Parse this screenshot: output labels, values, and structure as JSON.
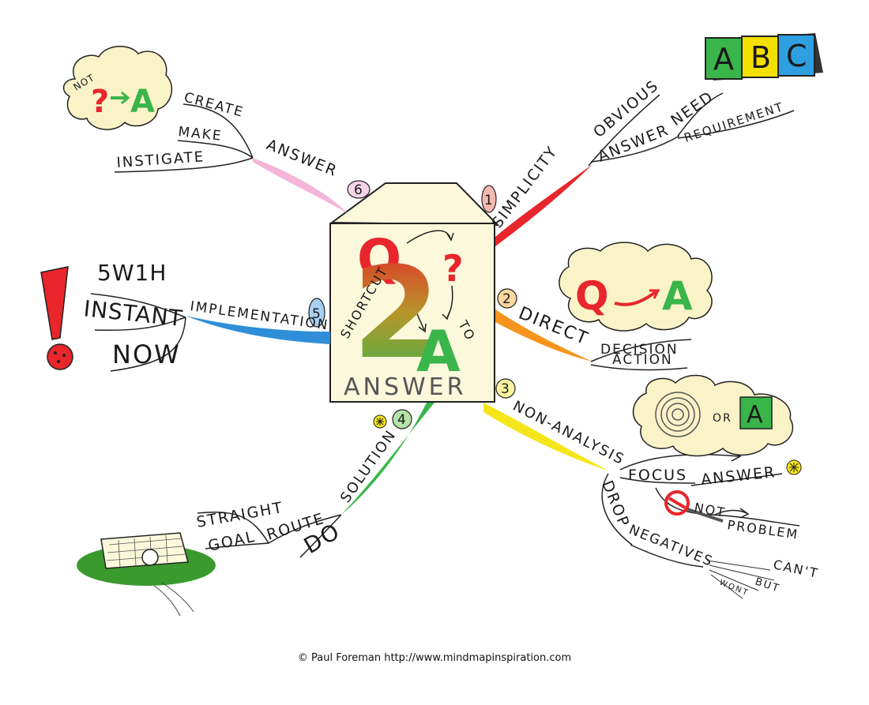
{
  "center": {
    "q": "Q",
    "two": "2",
    "a": "A",
    "shortcut": "SHORTCUT",
    "to": "TO",
    "answer": "ANSWER",
    "question_mark": "?"
  },
  "branches": [
    {
      "number": "1",
      "label": "SIMPLICITY",
      "color": "#e8262b",
      "words": {
        "obvious": "OBVIOUS",
        "answer": "ANSWER",
        "need": "NEED",
        "requirement": "REQUIREMENT"
      },
      "image": {
        "letters": [
          "A",
          "B",
          "C"
        ],
        "colors": [
          "#3ab54a",
          "#f4e000",
          "#2e9fe0"
        ]
      }
    },
    {
      "number": "2",
      "label": "DIRECT",
      "color": "#f7941d",
      "words": {
        "decision": "DECISION",
        "action": "ACTION"
      },
      "image": {
        "q": "Q",
        "a": "A"
      }
    },
    {
      "number": "3",
      "label": "NON-ANALYSIS",
      "color": "#f4e61b",
      "words": {
        "focus": "FOCUS",
        "answer": "ANSWER",
        "not": "NOT",
        "problem": "PROBLEM",
        "drop": "DROP",
        "negatives": "NEGATIVES",
        "cant": "CAN'T",
        "but": "BUT",
        "wont": "WONT"
      },
      "image": {
        "or": "OR",
        "a": "A"
      }
    },
    {
      "number": "4",
      "label": "SOLUTION",
      "color": "#39b54a",
      "words": {
        "do": "DO",
        "route": "ROUTE",
        "goal": "GOAL",
        "straight": "STRAIGHT"
      }
    },
    {
      "number": "5",
      "label": "IMPLEMENTATION",
      "color": "#2e8fd8",
      "words": {
        "w": "5W1H",
        "instant": "INSTANT",
        "now": "NOW"
      }
    },
    {
      "number": "6",
      "label": "ANSWER",
      "color": "#f3b6d8",
      "words": {
        "create": "CREATE",
        "make": "MAKE",
        "instigate": "INSTIGATE"
      },
      "image": {
        "not": "NOT",
        "q": "?",
        "a": "A"
      }
    }
  ],
  "credit": "© Paul Foreman http://www.mindmapinspiration.com"
}
